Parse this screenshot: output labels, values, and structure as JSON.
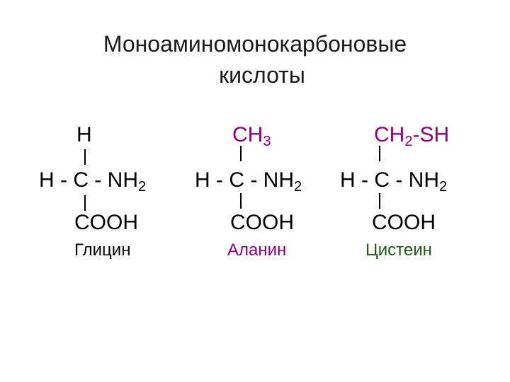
{
  "slide": {
    "title_line1": "Моноаминомонокарбоновые",
    "title_line2": "кислоты"
  },
  "colors": {
    "title": "#1a1a1a",
    "glycine_substituent": "#000000",
    "alanine_substituent": "#8b007a",
    "cysteine_substituent": "#8b007a",
    "structure": "#000000",
    "glycine_name": "#000000",
    "alanine_name": "#8b007a",
    "cysteine_name": "#1a5c1a"
  },
  "molecules": [
    {
      "substituent": "H",
      "substituent_sub": "",
      "substituent_tail": "",
      "center_prefix": "H - C - NH",
      "center_sub": "2",
      "carboxyl": "COOH",
      "name": "Глицин"
    },
    {
      "substituent": "CH",
      "substituent_sub": "3",
      "substituent_tail": "",
      "center_prefix": "H - C - NH",
      "center_sub": "2",
      "carboxyl": "COOH",
      "name": "Аланин"
    },
    {
      "substituent": "CH",
      "substituent_sub": "2",
      "substituent_tail": "-SH",
      "center_prefix": "H - C - NH",
      "center_sub": "2",
      "carboxyl": "COOH",
      "name": "Цистеин"
    }
  ]
}
